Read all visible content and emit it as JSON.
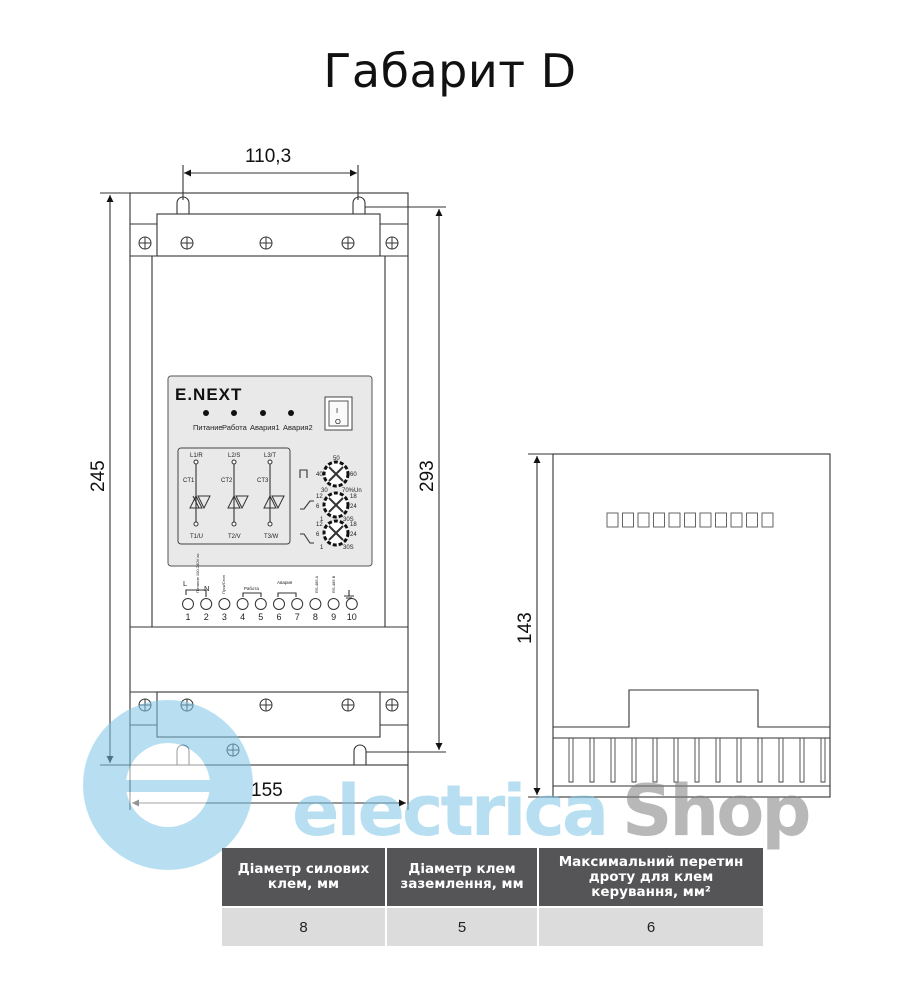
{
  "title": "Габарит D",
  "dimensions": {
    "mount_spacing": "110,3",
    "height_overall": "245",
    "height_mount": "293",
    "width": "155",
    "depth": "143"
  },
  "panel": {
    "brand": "E.NEXT",
    "leds": [
      "Питание",
      "Работа",
      "Авария1",
      "Авария2"
    ],
    "switch_on": "I",
    "switch_off": "O",
    "phases_top": [
      "L1/R",
      "L2/S",
      "L3/T"
    ],
    "phases_bottom": [
      "T1/U",
      "T2/V",
      "T3/W"
    ],
    "ct": [
      "CT1",
      "CT2",
      "CT3"
    ],
    "knob1": {
      "top": "50",
      "left": "40",
      "right": "60",
      "bl": "30",
      "br": "70%Un"
    },
    "knob2": {
      "tl": "12",
      "tr": "18",
      "l": "6",
      "r": "24",
      "bl": "1",
      "br": "30S"
    },
    "knob3": {
      "tl": "12",
      "tr": "18",
      "l": "6",
      "r": "24",
      "bl": "1",
      "br": "30S"
    },
    "terminal_labels": {
      "L": "L",
      "N": "N",
      "power": "Питание 100-240V ac",
      "start": "Пуск/Стоп",
      "work": "Работа",
      "alarm": "Авария",
      "rs485a": "RS-485 A",
      "rs485b": "RS-485 B"
    },
    "terminals": [
      "1",
      "2",
      "3",
      "4",
      "5",
      "6",
      "7",
      "8",
      "9",
      "10"
    ]
  },
  "watermark": {
    "left": "electrica",
    "right": "Shop"
  },
  "table": {
    "headers": [
      "Діаметр силових клем, мм",
      "Діаметр клем заземлення, мм",
      "Максимальний перетин дроту для клем керування, мм²"
    ],
    "values": [
      "8",
      "5",
      "6"
    ]
  }
}
